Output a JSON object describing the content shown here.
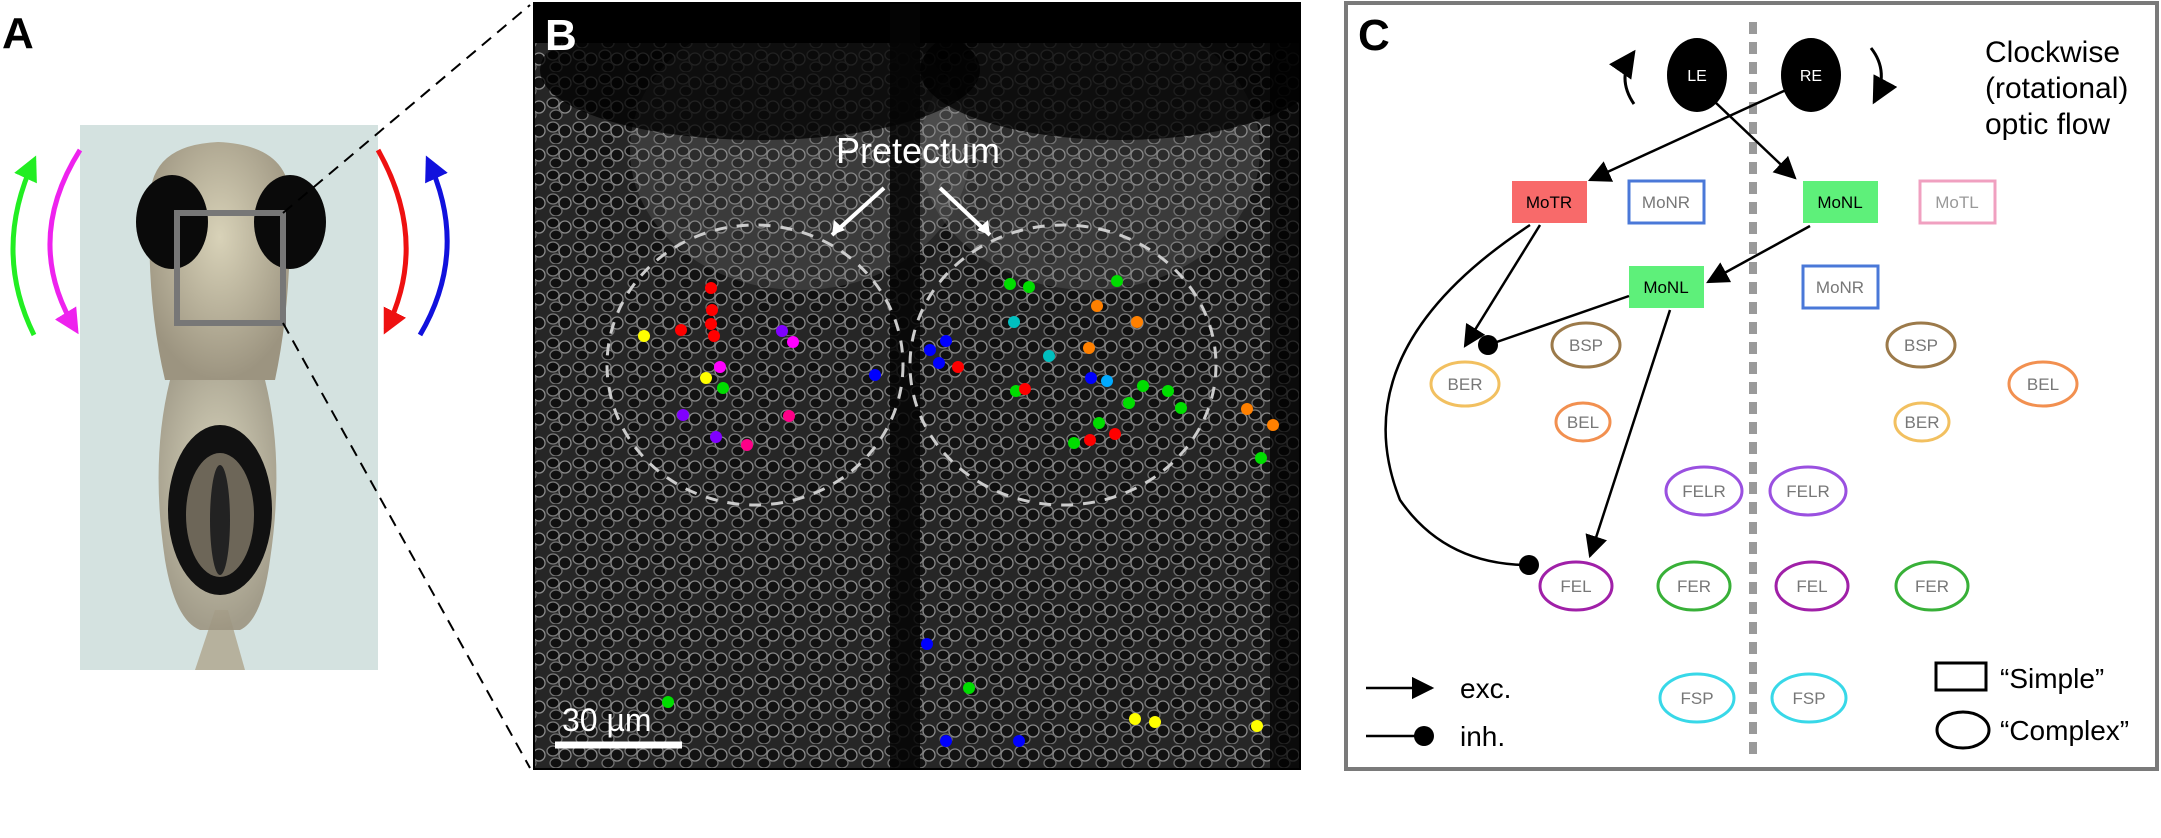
{
  "panels": {
    "a": {
      "label": "A"
    },
    "b": {
      "label": "B",
      "region_label": "Pretectum",
      "scale_bar_label": "30 µm",
      "cell_colors": [
        "#ff0000",
        "#00dd00",
        "#0000ff",
        "#ffff00",
        "#ff00ff",
        "#8000ff",
        "#ff8000",
        "#00c0c0"
      ]
    },
    "c": {
      "label": "C",
      "eyes": {
        "left": "LE",
        "right": "RE"
      },
      "stimulus": {
        "line1": "Clockwise",
        "line2": "(rotational)",
        "line3": "optic flow"
      },
      "nodes": {
        "motr": "MoTR",
        "monr_left": "MoNR",
        "monl_right": "MoNL",
        "motl": "MoTL",
        "monl_mid": "MoNL",
        "monr_right": "MoNR",
        "bsp_left": "BSP",
        "bsp_right": "BSP",
        "ber_left": "BER",
        "bel_left": "BEL",
        "bel_right": "BEL",
        "ber_right": "BER",
        "felr_left": "FELR",
        "felr_right": "FELR",
        "fel_left": "FEL",
        "fer_left": "FER",
        "fel_right": "FEL",
        "fer_right": "FER",
        "fsp_left": "FSP",
        "fsp_right": "FSP"
      },
      "legend": {
        "excitatory": "exc.",
        "inhibitory": "inh.",
        "simple": "“Simple”",
        "complex": "“Complex”"
      },
      "colors": {
        "red_fill": "#f86a6a",
        "green_fill": "#5ef07a",
        "blue": "#4a78d8",
        "pink": "#f0a0c0",
        "brown": "#9c7a4a",
        "light_orange": "#f2c060",
        "orange": "#f29050",
        "purple": "#9a50e0",
        "magenta": "#a020a8",
        "green": "#38b038",
        "cyan": "#38d8e8",
        "midline": "#9a9a9a",
        "frame": "#7a7a7a"
      }
    }
  }
}
